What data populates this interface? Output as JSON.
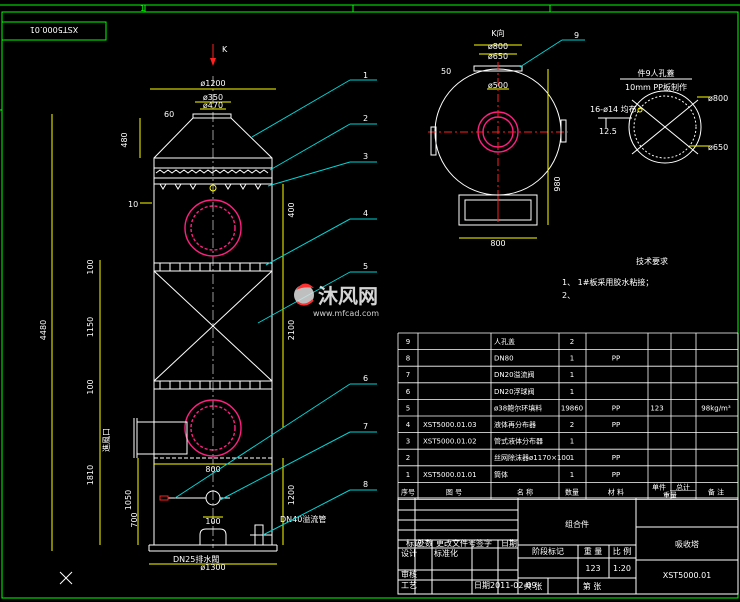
{
  "drawing_no_rotated": "XST5000.01",
  "border_index": "1",
  "front_view": {
    "arrow_label": "K",
    "dims": {
      "top_width": "ø1200",
      "outlet_outer": "ø350",
      "outlet_inner": "ø470",
      "cone_height": "480",
      "flange": "60",
      "plate_offset": "10",
      "spray_gap": "400",
      "layer1": "100",
      "mid": "1150",
      "mid2": "2100",
      "layer2": "100",
      "lower": "1810",
      "lower2": "1050",
      "base": "700",
      "base2": "1200",
      "outlet_w": "800",
      "pipe": "100",
      "bottom_dia": "ø1300",
      "total": "4480",
      "k_label": "K",
      "side_note": "進風口",
      "bottom_note": "DN25排水閥",
      "water_note": "DN40溢流管"
    },
    "callouts": [
      "1",
      "2",
      "3",
      "4",
      "5",
      "6",
      "7",
      "8"
    ]
  },
  "top_view": {
    "label": "K向",
    "d1": "ø800",
    "d2": "ø650",
    "d3": "ø500",
    "flange": "50",
    "height": "980",
    "width": "800",
    "callout": "9"
  },
  "detail_view": {
    "title": "件9人孔蓋",
    "subtitle": "10mm PP板制作",
    "holes": "16-ø14 均布",
    "thk": "12.5",
    "d_outer": "ø800",
    "d_inner": "ø650"
  },
  "tech_req": {
    "title": "技术要求",
    "items": [
      "1、 1#板采用胶水粘接；",
      "2、"
    ]
  },
  "bom": {
    "headers": [
      "序号",
      "图 号",
      "名 称",
      "数量",
      "材 料",
      "单件",
      "总计",
      "备 注"
    ],
    "weight_label": "重量",
    "rows": [
      {
        "no": "9",
        "code": "",
        "name": "人孔盖",
        "qty": "2",
        "mat": "",
        "unit": "",
        "total": "",
        "note": ""
      },
      {
        "no": "8",
        "code": "",
        "name": "DN80",
        "qty": "1",
        "mat": "PP",
        "unit": "",
        "total": "",
        "note": ""
      },
      {
        "no": "7",
        "code": "",
        "name": "DN20溢流阀",
        "qty": "1",
        "mat": "",
        "unit": "",
        "total": "",
        "note": ""
      },
      {
        "no": "6",
        "code": "",
        "name": "DN20浮球阀",
        "qty": "1",
        "mat": "",
        "unit": "",
        "total": "",
        "note": ""
      },
      {
        "no": "5",
        "code": "",
        "name": "ø38鲍尔环填料",
        "qty": "19860",
        "mat": "PP",
        "unit": "123",
        "total": "",
        "note": "98kg/m³"
      },
      {
        "no": "4",
        "code": "XST5000.01.03",
        "name": "液体再分布器",
        "qty": "2",
        "mat": "PP",
        "unit": "",
        "total": "",
        "note": ""
      },
      {
        "no": "3",
        "code": "XST5000.01.02",
        "name": "管式液体分布器",
        "qty": "1",
        "mat": "",
        "unit": "",
        "total": "",
        "note": ""
      },
      {
        "no": "2",
        "code": "",
        "name": "丝网除沫器ø1170×100",
        "qty": "1",
        "mat": "PP",
        "unit": "",
        "total": "",
        "note": ""
      },
      {
        "no": "1",
        "code": "XST5000.01.01",
        "name": "筒体",
        "qty": "1",
        "mat": "PP",
        "unit": "",
        "total": "",
        "note": ""
      }
    ],
    "assembly": "组合件",
    "title_name": "吸收塔",
    "drawing_no": "XST5000.01",
    "stage_label": "阶段标记",
    "weight_label2": "重 量",
    "scale_label": "比 例",
    "weight_val": "123",
    "scale_val": "1:20",
    "sheet_total": "共 张",
    "sheet_no": "第 张",
    "designer": "设计",
    "std": "标准化",
    "checker": "审核",
    "approver": "工艺",
    "date_label": "日期",
    "date": "2011-02-09",
    "mark_row": [
      "标记",
      "处数",
      "更改文件号",
      "签字",
      "日期"
    ]
  },
  "watermark": {
    "logo_text": "沐风网",
    "url": "www.mfcad.com"
  }
}
